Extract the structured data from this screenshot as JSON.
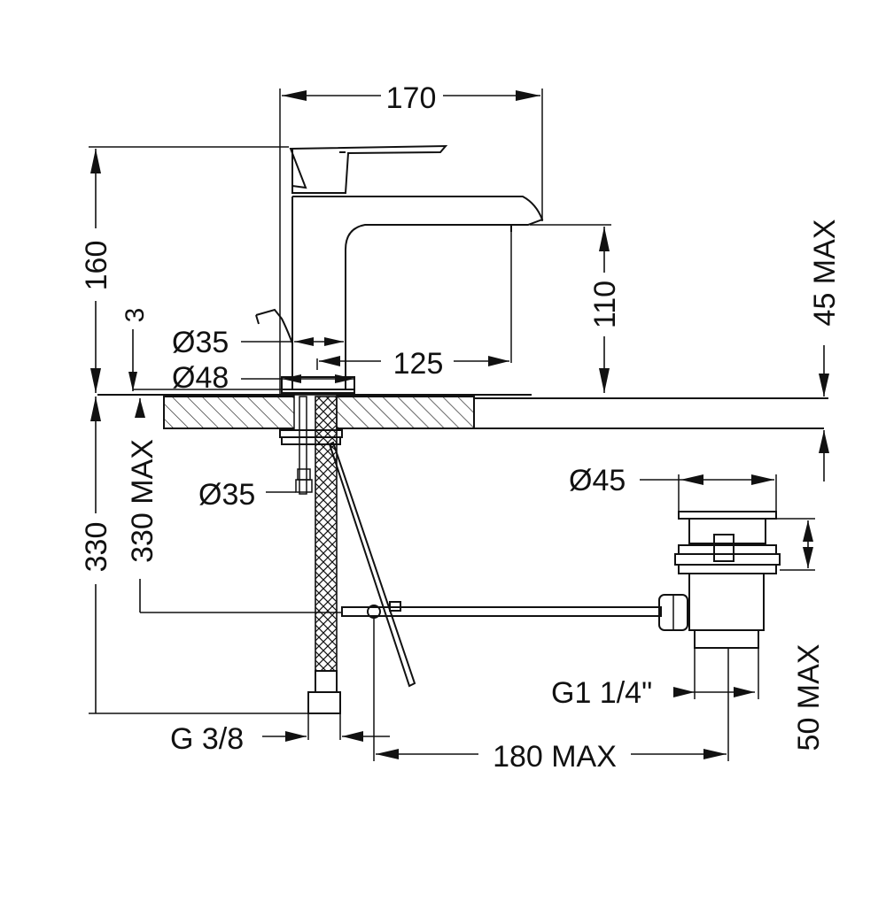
{
  "labels": {
    "width_total": "170",
    "height_total": "160",
    "spout_height": "110",
    "deck_thickness_max": "45 MAX",
    "gap": "3",
    "base_d1": "Ø35",
    "base_d2": "Ø48",
    "spout_reach": "125",
    "shank_d": "Ø35",
    "hose_len": "330",
    "hose_len_max": "330 MAX",
    "waste_d": "Ø45",
    "waste_thread": "G1 1/4\"",
    "waste_height_max": "50 MAX",
    "hose_thread": "G 3/8",
    "rod_reach_max": "180 MAX"
  },
  "colors": {
    "line": "#111111",
    "background": "#ffffff"
  }
}
